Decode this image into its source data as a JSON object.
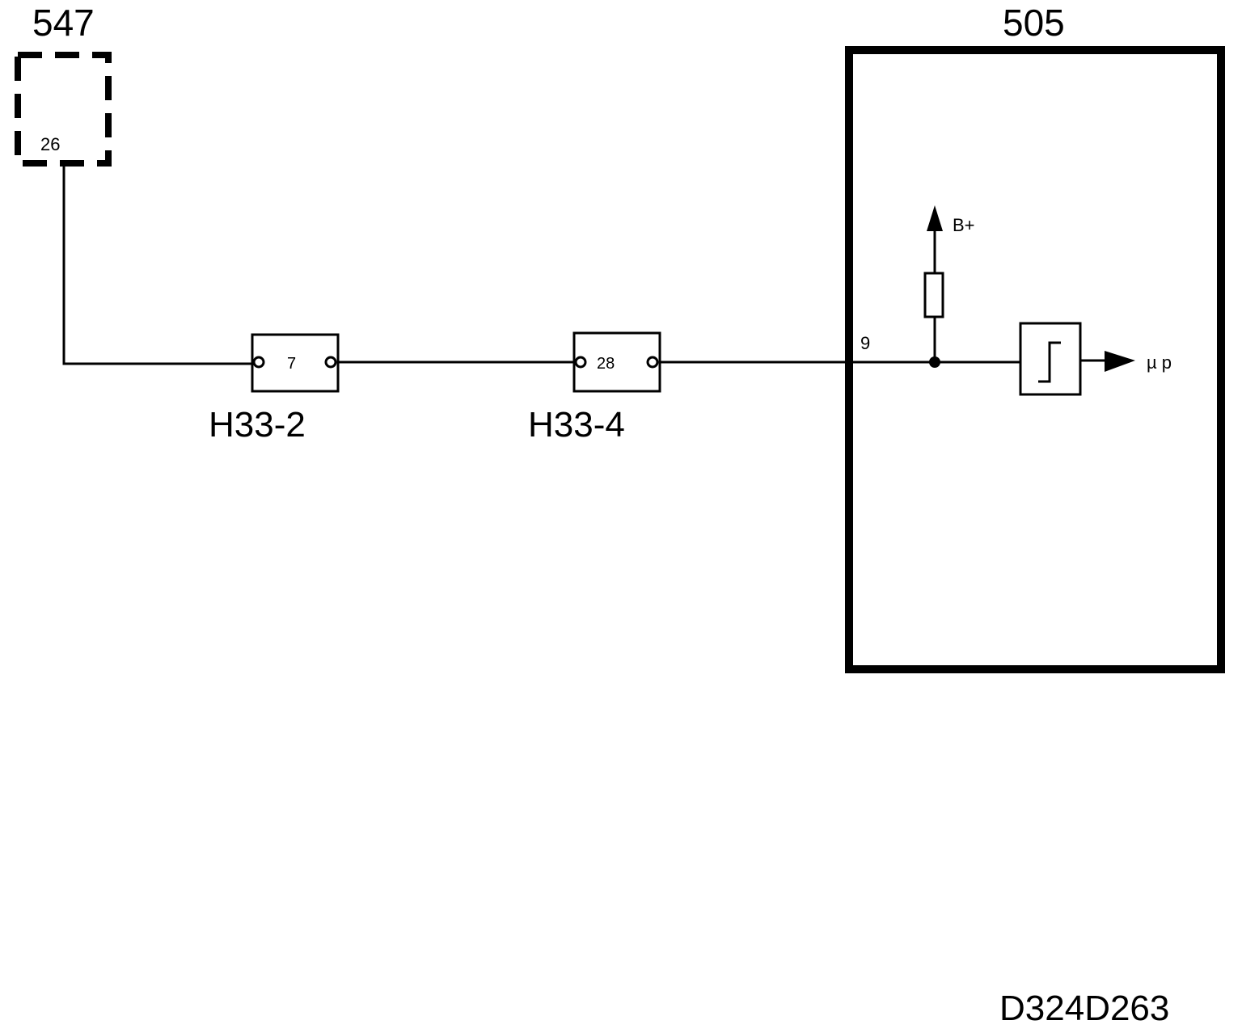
{
  "components": {
    "left_module": {
      "id": "547",
      "pin": "26"
    },
    "right_module": {
      "id": "505",
      "pin": "9",
      "supply": "B+",
      "output": "µ p"
    }
  },
  "connectors": [
    {
      "name": "H33-2",
      "pin": "7"
    },
    {
      "name": "H33-4",
      "pin": "28"
    }
  ],
  "diagram_code": "D324D263",
  "colors": {
    "line": "#000000",
    "background": "#ffffff"
  }
}
